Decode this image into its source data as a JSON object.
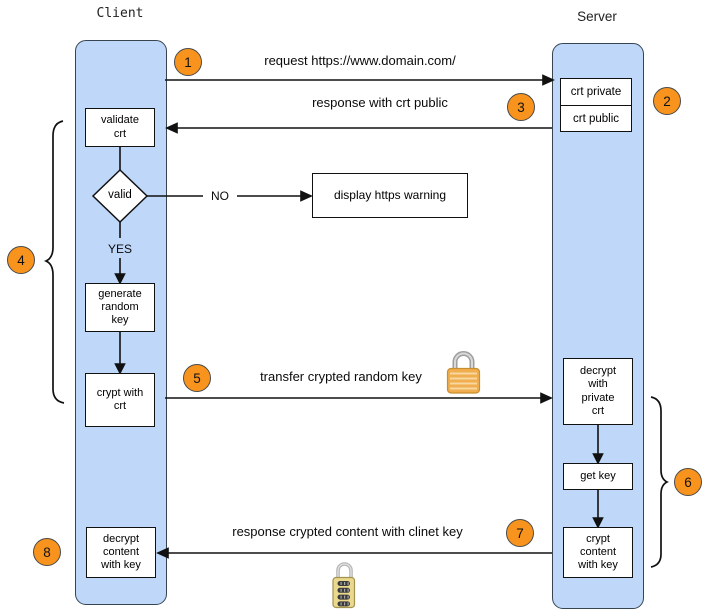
{
  "lanes": {
    "client": {
      "label": "Client"
    },
    "server": {
      "label": "Server"
    }
  },
  "client_nodes": {
    "validate_crt": "validate\ncrt",
    "valid_diamond": "valid",
    "yes_branch": "YES",
    "no_branch": "NO",
    "generate_random_key": "generate\nrandom\nkey",
    "crypt_with_crt": "crypt with\ncrt",
    "decrypt_content_with_key": "decrypt\ncontent\nwith key"
  },
  "server_nodes": {
    "crt_private": "crt private",
    "crt_public": "crt public",
    "decrypt_with_private_crt": "decrypt\nwith\nprivate\ncrt",
    "get_key": "get key",
    "crypt_content_with_key": "crypt\ncontent\nwith key"
  },
  "other_nodes": {
    "display_https_warning": "display https warning"
  },
  "messages": {
    "request": "request https://www.domain.com/",
    "response_crt_public": "response with crt public",
    "transfer_crypted_random_key": "transfer crypted random key",
    "response_crypted_content": "response crypted content with clinet key"
  },
  "badges": {
    "step1": "1",
    "step2": "2",
    "step3": "3",
    "step4": "4",
    "step5": "5",
    "step6": "6",
    "step7": "7",
    "step8": "8"
  },
  "icons": {
    "padlock_closed": "padlock-closed-icon",
    "combination_lock": "combination-lock-icon"
  },
  "colors": {
    "lane_fill": "#BFD8FA",
    "lane_border": "#36454F",
    "badge_fill": "#F8941D",
    "badge_border": "#4A4A4A",
    "node_fill": "#FFFFFF",
    "line": "#111111",
    "padlock_body": "#F0AE4E",
    "combination_lock_body": "#EAD88E"
  }
}
